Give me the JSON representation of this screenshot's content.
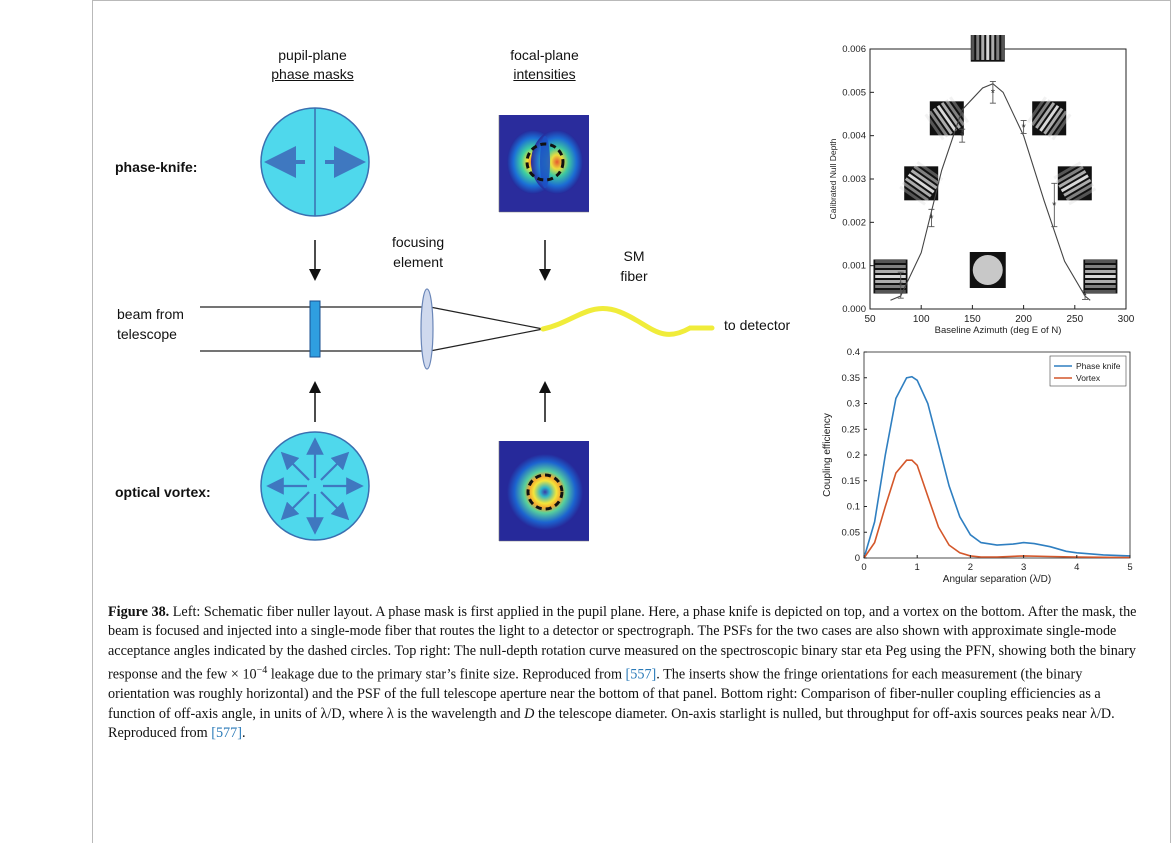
{
  "schematic": {
    "header_pupil": [
      "pupil-plane",
      "phase masks"
    ],
    "header_focal": [
      "focal-plane",
      "intensities"
    ],
    "row_phase_knife": "phase-knife:",
    "row_vortex": "optical vortex:",
    "beam_label": [
      "beam from",
      "telescope"
    ],
    "focusing_label": [
      "focusing",
      "element"
    ],
    "fiber_label": [
      "SM",
      "fiber"
    ],
    "detector_label": "to detector"
  },
  "chart_data": [
    {
      "type": "scatter",
      "title": "",
      "xlabel": "Baseline Azimuth (deg E of N)",
      "ylabel": "Calibrated Null Depth",
      "xlim": [
        50,
        300
      ],
      "ylim": [
        0,
        0.006
      ],
      "xticks": [
        "50",
        "100",
        "150",
        "200",
        "250",
        "300"
      ],
      "yticks": [
        "0.000",
        "0.001",
        "0.002",
        "0.003",
        "0.004",
        "0.005",
        "0.006"
      ],
      "points": [
        {
          "x": 80,
          "y": 0.00055,
          "err": 0.0003
        },
        {
          "x": 110,
          "y": 0.0021,
          "err": 0.0002
        },
        {
          "x": 140,
          "y": 0.004,
          "err": 0.00015
        },
        {
          "x": 170,
          "y": 0.005,
          "err": 0.00025
        },
        {
          "x": 200,
          "y": 0.0042,
          "err": 0.00015
        },
        {
          "x": 230,
          "y": 0.0024,
          "err": 0.0005
        },
        {
          "x": 260,
          "y": 0.00032,
          "err": 0.0001
        }
      ],
      "model_curve": {
        "x": [
          70,
          80,
          100,
          120,
          140,
          160,
          170,
          180,
          200,
          220,
          240,
          260,
          265
        ],
        "y": [
          0.0002,
          0.0003,
          0.0013,
          0.0032,
          0.0046,
          0.0051,
          0.0052,
          0.005,
          0.004,
          0.0025,
          0.0011,
          0.0003,
          0.0002
        ]
      }
    },
    {
      "type": "line",
      "title": "",
      "xlabel": "Angular separation (λ/D)",
      "ylabel": "Coupling efficiency",
      "xlim": [
        0,
        5
      ],
      "ylim": [
        0,
        0.4
      ],
      "xticks": [
        "0",
        "1",
        "2",
        "3",
        "4",
        "5"
      ],
      "yticks": [
        "0",
        "0.05",
        "0.1",
        "0.15",
        "0.2",
        "0.25",
        "0.3",
        "0.35",
        "0.4"
      ],
      "legend_position": "top-right",
      "series": [
        {
          "name": "Phase knife",
          "color": "#2f7fc1",
          "x": [
            0,
            0.2,
            0.4,
            0.6,
            0.8,
            0.9,
            1.0,
            1.2,
            1.4,
            1.6,
            1.8,
            2.0,
            2.2,
            2.5,
            2.8,
            3.0,
            3.2,
            3.5,
            3.8,
            4.0,
            4.5,
            5.0
          ],
          "y": [
            0,
            0.07,
            0.2,
            0.31,
            0.35,
            0.352,
            0.345,
            0.3,
            0.22,
            0.14,
            0.08,
            0.045,
            0.03,
            0.025,
            0.027,
            0.03,
            0.028,
            0.022,
            0.013,
            0.01,
            0.006,
            0.004
          ]
        },
        {
          "name": "Vortex",
          "color": "#d4572a",
          "x": [
            0,
            0.2,
            0.4,
            0.6,
            0.8,
            0.9,
            1.0,
            1.2,
            1.4,
            1.6,
            1.8,
            2.0,
            2.2,
            2.5,
            3.0,
            3.5,
            4.0,
            5.0
          ],
          "y": [
            0,
            0.03,
            0.1,
            0.165,
            0.19,
            0.19,
            0.18,
            0.12,
            0.06,
            0.025,
            0.01,
            0.004,
            0.002,
            0.002,
            0.004,
            0.003,
            0.002,
            0.001
          ]
        }
      ]
    }
  ],
  "caption": {
    "figure_label": "Figure 38.",
    "part1": " Left: Schematic fiber nuller layout. A phase mask is first applied in the pupil plane. Here, a phase knife is depicted on top, and a vortex on the bottom. After the mask, the beam is focused and injected into a single-mode fiber that routes the light to a detector or spectrograph. The PSFs for the two cases are also shown with approximate single-mode acceptance angles indicated by the dashed circles. Top right: The null-depth rotation curve measured on the spectroscopic binary star eta Peg using the PFN, showing both the binary response and the few × 10",
    "exponent": "−4",
    "part2": " leakage due to the primary star’s finite size. Reproduced from ",
    "ref1": "[557]",
    "part3": ". The inserts show the fringe orientations for each measurement (the binary orientation was roughly horizontal) and the PSF of the full telescope aperture near the bottom of that panel. Bottom right: Comparison of fiber-nuller coupling efficiencies as a function of off-axis angle, in units of λ/D, where λ is the wavelength and ",
    "d_symbol": "D",
    "part4": " the telescope diameter. On-axis starlight is nulled, but throughput for off-axis sources peaks near λ/D. Reproduced from ",
    "ref2": "[577]",
    "part5": "."
  }
}
